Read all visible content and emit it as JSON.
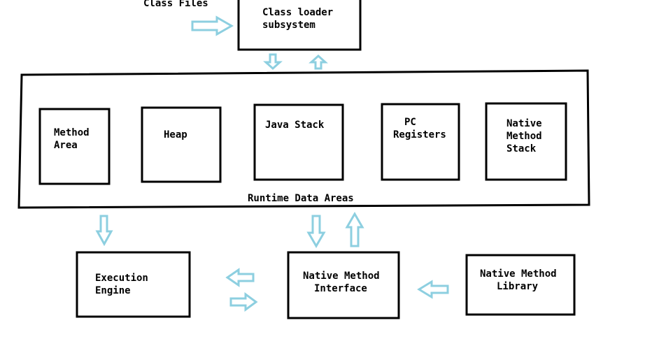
{
  "labels": {
    "class_files": "Class Files",
    "class_loader_line1": "Class loader",
    "class_loader_line2": "subsystem",
    "method_area_line1": "Method",
    "method_area_line2": "Area",
    "heap": "Heap",
    "java_stack": "Java Stack",
    "pc_registers_line1": "PC",
    "pc_registers_line2": "Registers",
    "native_stack_line1": "Native",
    "native_stack_line2": "Method",
    "native_stack_line3": "Stack",
    "runtime_data_areas": "Runtime Data Areas",
    "execution_engine_line1": "Execution",
    "execution_engine_line2": "Engine",
    "nmi_line1": "Native Method",
    "nmi_line2": "Interface",
    "nml_line1": "Native Method",
    "nml_line2": "Library"
  },
  "colors": {
    "arrow_stroke": "#8dcfe0",
    "box_stroke": "#000000",
    "background": "#ffffff"
  }
}
